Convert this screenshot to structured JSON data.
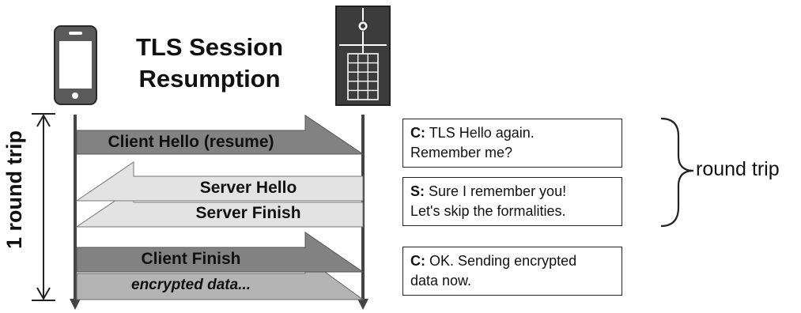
{
  "title": {
    "line1": "TLS Session",
    "line2": "Resumption"
  },
  "side_label": "1 round trip",
  "messages": [
    {
      "label": "Client Hello (resume)"
    },
    {
      "label": "Server Hello"
    },
    {
      "label": "Server Finish"
    },
    {
      "label": "Client Finish"
    },
    {
      "label": "encrypted data..."
    }
  ],
  "notes": [
    {
      "speaker": "C:",
      "line1": "TLS Hello again.",
      "line2": "Remember me?"
    },
    {
      "speaker": "S:",
      "line1": "Sure I remember you!",
      "line2": "Let's skip the formalities."
    },
    {
      "speaker": "C:",
      "line1": "OK. Sending encrypted",
      "line2": "data now."
    }
  ],
  "brace_label": "round trip",
  "icons": [
    "smartphone-icon",
    "server-icon"
  ],
  "colors": {
    "arrow_dark": "#828282",
    "arrow_light": "#e3e3e3",
    "arrow_mid": "#b4b4b4",
    "device_dark": "#3c3c3c"
  }
}
